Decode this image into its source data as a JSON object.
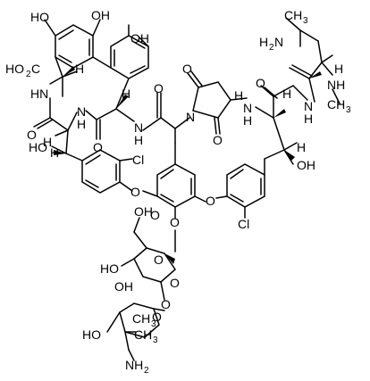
{
  "structure": {
    "labels": {
      "oh_top_left": "HO",
      "oh_top_mid": "OH",
      "oh_top_right_ring": "OH",
      "isobutyl_ch3": "CH",
      "isobutyl_ch3_sub": "3",
      "h2n": "H",
      "h2n_sub": "2",
      "h2n_n": "N",
      "ho2c_ho": "HO",
      "ho2c_sub": "2",
      "ho2c_c": "C",
      "h_alpha1": "H",
      "h_leu": "H",
      "nh_leu": "NH",
      "ch3_n": "CH",
      "ch3_n_sub": "3",
      "hn_left": "HN",
      "o_left_amide": "O",
      "h_left_ring": "H",
      "hn_amide2": "N",
      "hn_amide2_h": "H",
      "o_amide2": "O",
      "h_alpha2": "H",
      "n_amide3": "N",
      "h_amide3": "H",
      "o_amide3": "O",
      "o_succ1": "O",
      "o_succ2": "O",
      "n_succ": "N",
      "h_succ": "H",
      "hn_right": "N",
      "hn_right_h": "H",
      "o_right_amide": "O",
      "h_alpha_right": "H",
      "n_right2": "N",
      "h_right2": "H",
      "ho_left": "HO",
      "h_left": "H",
      "cl_left": "Cl",
      "h_right": "H",
      "oh_right": "OH",
      "o_ether1": "O",
      "o_ether2": "O",
      "o_glyco": "O",
      "o_ring_mid": "O",
      "cl_right": "Cl",
      "oh_sugar": "OH",
      "o_sugar_ring": "O",
      "ho_sugar": "HO",
      "oh_sugar2": "OH",
      "o_link": "O",
      "o_link2": "O",
      "o_sugar2_ring": "O",
      "ho_sugar2": "HO",
      "ch3_sugar2": "CH",
      "ch3_sugar2_sub": "3",
      "ch3_sugar2b": "CH",
      "ch3_sugar2b_sub": "3",
      "nh2": "NH",
      "nh2_sub": "2"
    }
  }
}
